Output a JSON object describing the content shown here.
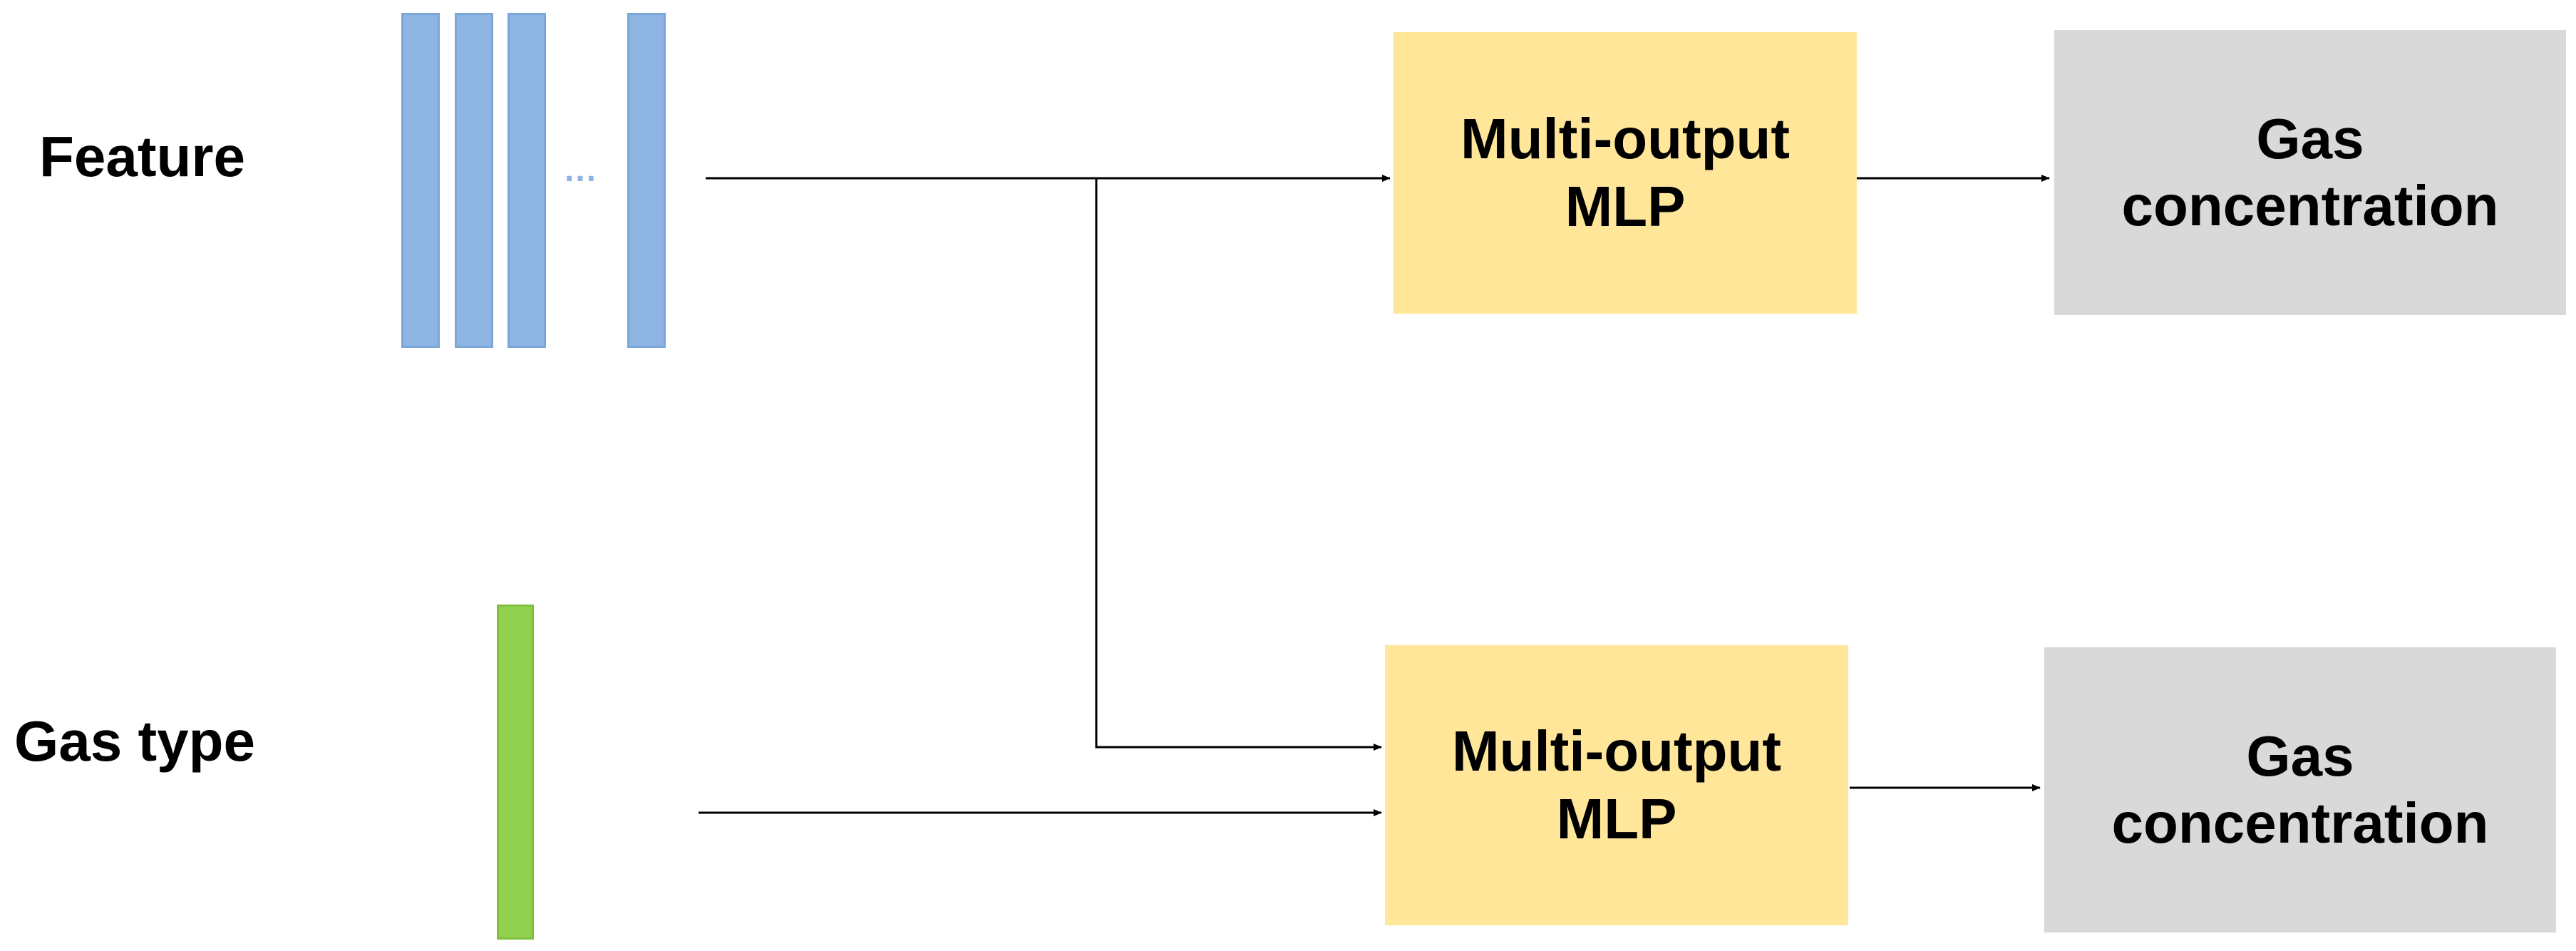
{
  "inputs": {
    "feature_label": "Feature",
    "gas_type_label": "Gas type",
    "feature_ellipsis": "..."
  },
  "top_row": {
    "mlp": {
      "line1": "Multi-output",
      "line2": "MLP"
    },
    "output": {
      "line1": "Gas",
      "line2": "concentration"
    }
  },
  "bottom_row": {
    "mlp": {
      "line1": "Multi-output",
      "line2": "MLP"
    },
    "output": {
      "line1": "Gas",
      "line2": "concentration"
    }
  },
  "colors": {
    "feature_bar": "#8db4e2",
    "feature_bar_border": "#7aa6d8",
    "gas_type_bar": "#92d050",
    "gas_type_bar_border": "#7fbf3f",
    "mlp_box": "#ffe699",
    "output_box": "#d9d9d9",
    "line": "#000000"
  }
}
